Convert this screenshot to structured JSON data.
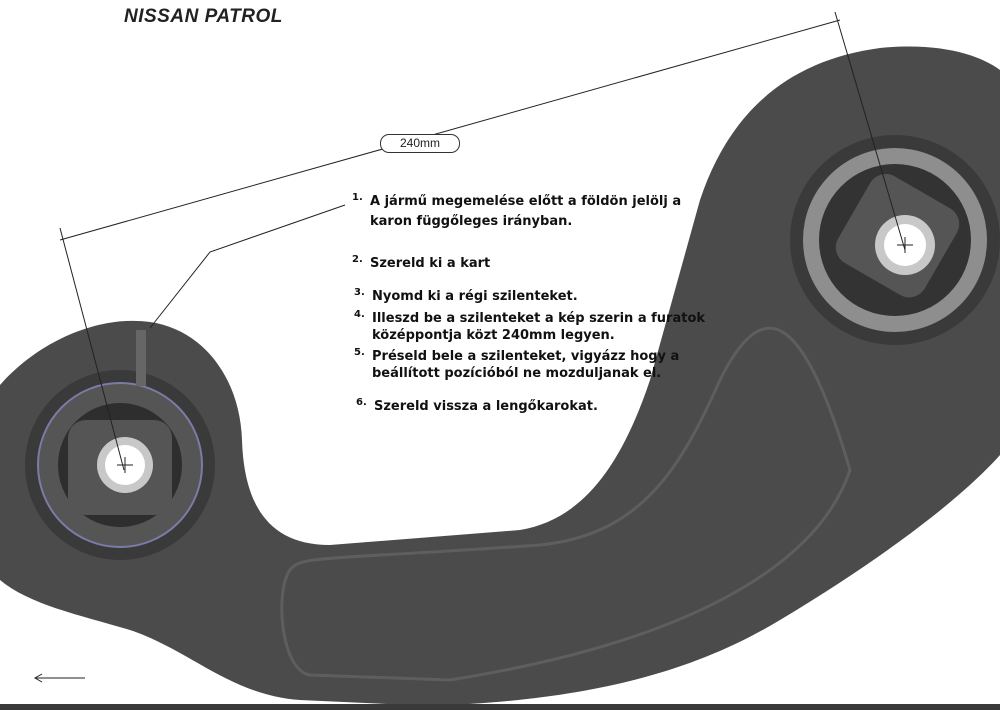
{
  "title": "NISSAN PATROL",
  "dimension_label": "240mm",
  "steps": [
    {
      "num": "1.",
      "lines": [
        "A jármű megemelése előtt a földön jelölj a",
        "karon függőleges irányban."
      ]
    },
    {
      "num": "2.",
      "lines": [
        "Szereld ki a kart"
      ]
    },
    {
      "num": "3.",
      "lines": [
        "Nyomd ki a régi szilenteket."
      ]
    },
    {
      "num": "4.",
      "lines": [
        "Illeszd be a szilenteket a kép szerin a furatok",
        "középpontja közt 240mm legyen."
      ]
    },
    {
      "num": "5.",
      "lines": [
        "Préseld bele a szilenteket, vigyázz hogy a",
        "beállított pozícióból ne mozduljanak el."
      ]
    },
    {
      "num": "6.",
      "lines": [
        "Szereld vissza a lengőkarokat."
      ]
    }
  ],
  "colors": {
    "arm": "#4b4b4b",
    "bushing": "#8e8e8e",
    "bottom_bar": "#3a3a3a"
  }
}
